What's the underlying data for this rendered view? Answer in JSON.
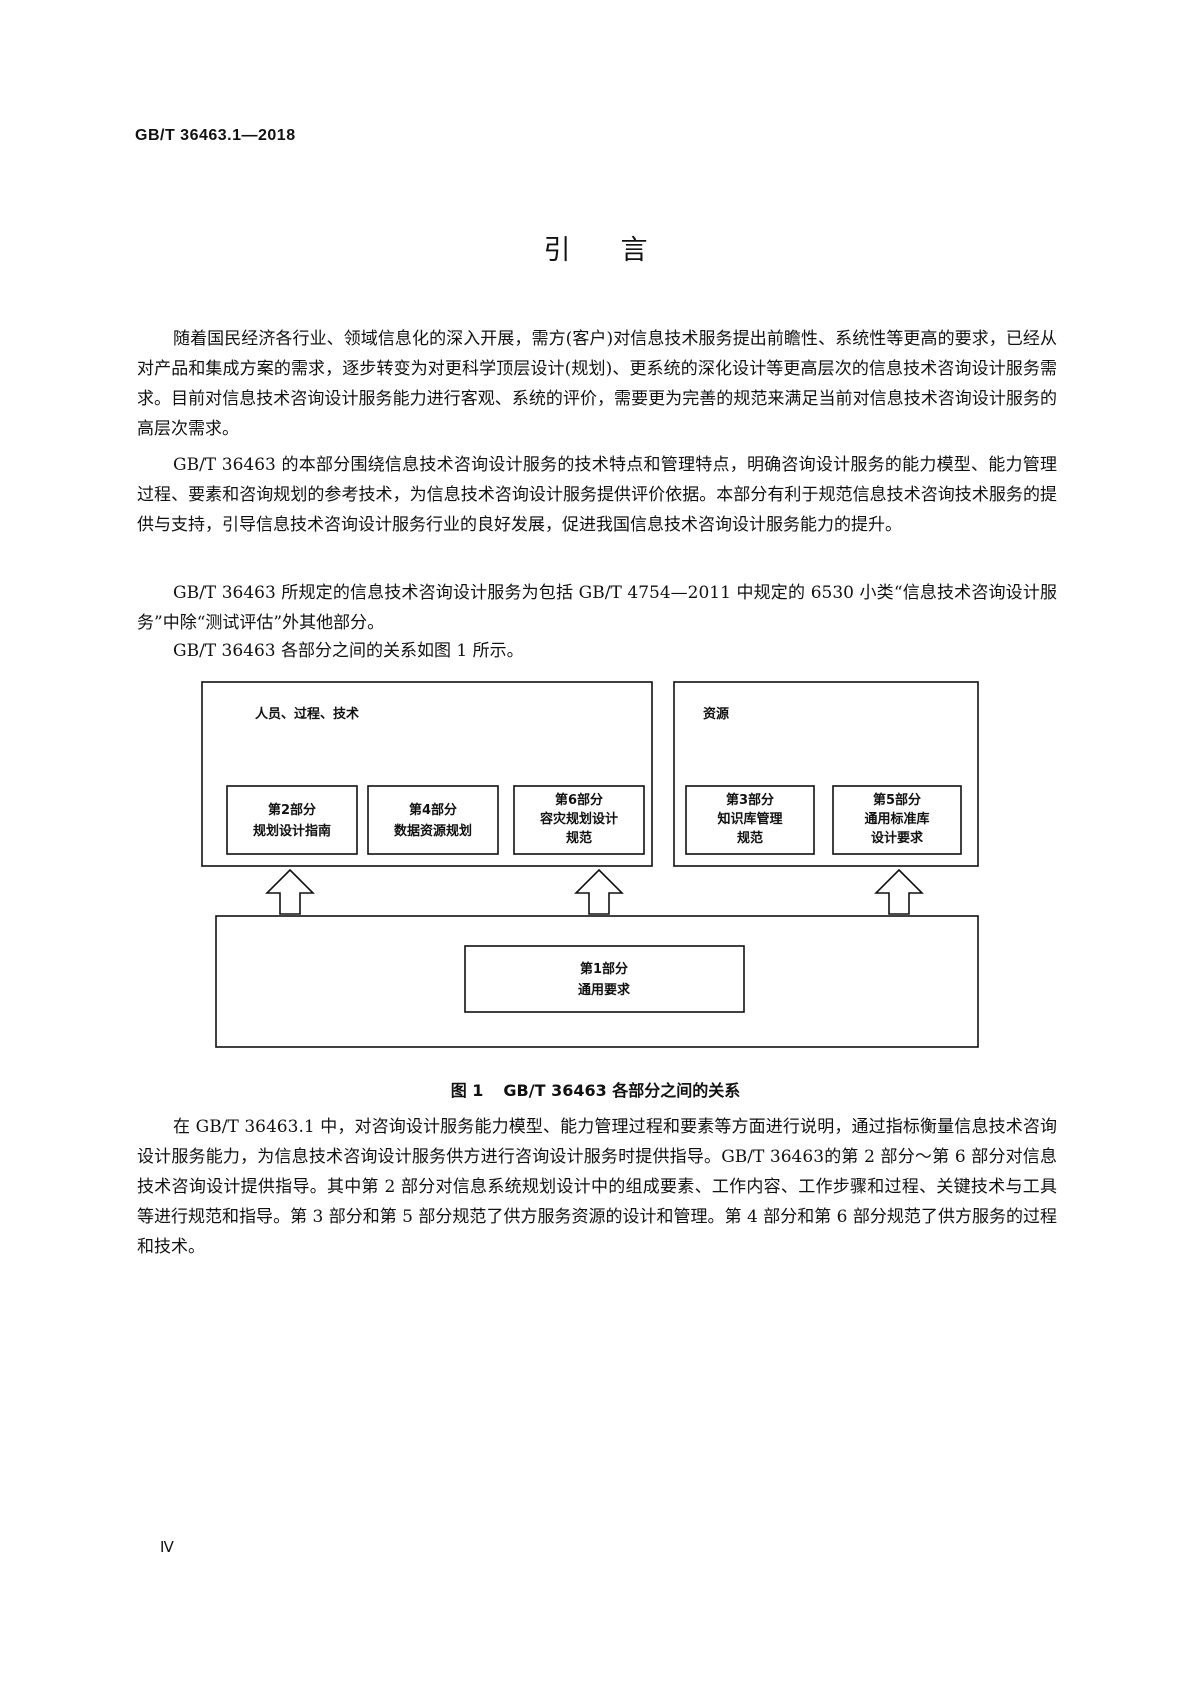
{
  "header": {
    "doc_code": "GB/T 36463.1—2018"
  },
  "heading": "引言",
  "paragraphs": [
    "随着国民经济各行业、领域信息化的深入开展，需方(客户)对信息技术服务提出前瞻性、系统性等更高的要求，已经从对产品和集成方案的需求，逐步转变为对更科学顶层设计(规划)、更系统的深化设计等更高层次的信息技术咨询设计服务需求。目前对信息技术咨询设计服务能力进行客观、系统的评价，需要更为完善的规范来满足当前对信息技术咨询设计服务的高层次需求。",
    "GB/T 36463 的本部分围绕信息技术咨询设计服务的技术特点和管理特点，明确咨询设计服务的能力模型、能力管理过程、要素和咨询规划的参考技术，为信息技术咨询设计服务提供评价依据。本部分有利于规范信息技术咨询技术服务的提供与支持，引导信息技术咨询设计服务行业的良好发展，促进我国信息技术咨询设计服务能力的提升。",
    "GB/T 36463 所规定的信息技术咨询设计服务为包括 GB/T 4754—2011 中规定的 6530 小类“信息技术咨询设计服务”中除“测试评估”外其他部分。",
    "GB/T 36463 各部分之间的关系如图 1 所示。",
    "在 GB/T 36463.1 中，对咨询设计服务能力模型、能力管理过程和要素等方面进行说明，通过指标衡量信息技术咨询设计服务能力，为信息技术咨询设计服务供方进行咨询设计服务时提供指导。GB/T 36463的第 2 部分～第 6 部分对信息技术咨询设计提供指导。其中第 2 部分对信息系统规划设计中的组成要素、工作内容、工作步骤和过程、关键技术与工具等进行规范和指导。第 3 部分和第 5 部分规范了供方服务资源的设计和管理。第 4 部分和第 6 部分规范了供方服务的过程和技术。"
  ],
  "figure": {
    "group_left_label": "人员、过程、技术",
    "group_right_label": "资源",
    "part2": {
      "line1": "第2部分",
      "line2": "规划设计指南"
    },
    "part4": {
      "line1": "第4部分",
      "line2": "数据资源规划"
    },
    "part6": {
      "line1": "第6部分",
      "line2": "容灾规划设计",
      "line3": "规范"
    },
    "part3": {
      "line1": "第3部分",
      "line2": "知识库管理",
      "line3": "规范"
    },
    "part5": {
      "line1": "第5部分",
      "line2": "通用标准库",
      "line3": "设计要求"
    },
    "part1": {
      "line1": "第1部分",
      "line2": "通用要求"
    }
  },
  "caption": {
    "number": "图 1",
    "title": "GB/T 36463 各部分之间的关系"
  },
  "footer": {
    "page_number": "Ⅳ"
  }
}
